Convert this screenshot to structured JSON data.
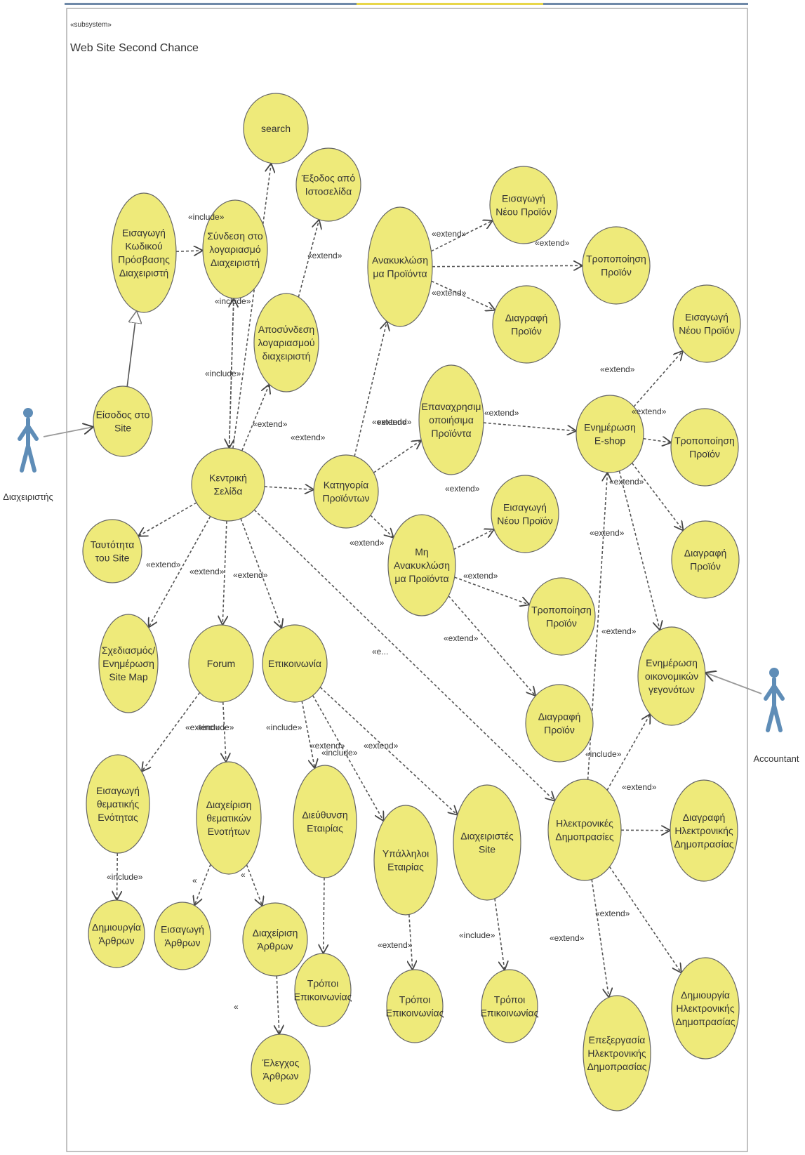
{
  "system": {
    "stereotype": "«subsystem»",
    "name": "Web Site Second Chance"
  },
  "actors": {
    "user": "Διαχειριστής",
    "accountant": "Accountant"
  },
  "use_cases": {
    "search": [
      "search"
    ],
    "code": [
      "Εισαγωγή",
      "Κωδικού",
      "Πρόσβασης",
      "Διαχειριστή"
    ],
    "login": [
      "Σύνδεση στο",
      "λογαριασμό",
      "Διαχειριστή"
    ],
    "exit": [
      "Έξοδος από",
      "Ιστοσελίδα"
    ],
    "logout": [
      "Αποσύνδεση",
      "λογαριασμού",
      "διαχειριστή"
    ],
    "entry": [
      "Είσοδος στο",
      "Site"
    ],
    "home": [
      "Κεντρική",
      "Σελίδα"
    ],
    "identity": [
      "Ταυτότητα",
      "του Site"
    ],
    "sitemap": [
      "Σχεδιασμός/",
      "Ενημέρωση",
      "Site Map"
    ],
    "forum": [
      "Forum"
    ],
    "contact": [
      "Επικοινωνία"
    ],
    "category": [
      "Κατηγορία",
      "Προϊόντων"
    ],
    "recycled": [
      "Ανακυκλώση",
      "μα Προϊόντα"
    ],
    "reusable": [
      "Επαναχρησιμ",
      "οποιήσιμα",
      "Προϊόντα"
    ],
    "nonrecycled": [
      "Μη",
      "Ανακυκλώση",
      "μα Προϊόντα"
    ],
    "r_ins": [
      "Εισαγωγή",
      "Νέου Προϊόν"
    ],
    "r_mod": [
      "Τροποποίηση",
      "Προϊόν"
    ],
    "r_del": [
      "Διαγραφή",
      "Προϊόν"
    ],
    "eshop": [
      "Ενημέρωση",
      "E-shop"
    ],
    "e_ins": [
      "Εισαγωγή",
      "Νέου Προϊόν"
    ],
    "e_mod": [
      "Τροποποίηση",
      "Προϊόν"
    ],
    "e_del": [
      "Διαγραφή",
      "Προϊόν"
    ],
    "n_ins": [
      "Εισαγωγή",
      "Νέου Προϊόν"
    ],
    "n_mod": [
      "Τροποποίηση",
      "Προϊόν"
    ],
    "n_del": [
      "Διαγραφή",
      "Προϊόν"
    ],
    "finance": [
      "Ενημέρωση",
      "οικονομικών",
      "γεγονότων"
    ],
    "topic_ins": [
      "Εισαγωγή",
      "θεματικής",
      "Ενότητας"
    ],
    "topic_mgmt": [
      "Διαχείριση",
      "θεματικών",
      "Ενοτήτων"
    ],
    "address": [
      "Διεύθυνση",
      "Εταιρίας"
    ],
    "staff": [
      "Υπάλληλοι",
      "Εταιρίας"
    ],
    "admins": [
      "Διαχειριστές",
      "Site"
    ],
    "auctions": [
      "Ηλεκτρονικές",
      "Δημοπρασίες"
    ],
    "auc_del": [
      "Διαγραφή",
      "Ηλεκτρονικής",
      "Δημοπρασίας"
    ],
    "auc_create": [
      "Δημιουργία",
      "Ηλεκτρονικής",
      "Δημοπρασίας"
    ],
    "auc_edit": [
      "Επεξεργασία",
      "Ηλεκτρονικής",
      "Δημοπρασίας"
    ],
    "art_create": [
      "Δημιουργία",
      "Άρθρων"
    ],
    "art_ins": [
      "Εισαγωγή",
      "Άρθρων"
    ],
    "art_mgmt": [
      "Διαχείριση",
      "Άρθρων"
    ],
    "art_check": [
      "Έλεγχος",
      "Άρθρων"
    ],
    "contact1": [
      "Τρόποι",
      "Επικοινωνίας"
    ],
    "contact2": [
      "Τρόποι",
      "Επικοινωνίας"
    ],
    "contact3": [
      "Τρόποι",
      "Επικοινωνίας"
    ]
  },
  "relationships": [
    {
      "from": "code",
      "to": "login",
      "label": "«include»"
    },
    {
      "from": "entry",
      "to": "code",
      "label": ""
    },
    {
      "from": "home",
      "to": "login",
      "label": "«include»"
    },
    {
      "from": "home",
      "to": "search",
      "label": "«include»"
    },
    {
      "from": "login",
      "to": "home",
      "label": "«include»"
    },
    {
      "from": "logout",
      "to": "exit",
      "label": "«extend»"
    },
    {
      "from": "home",
      "to": "logout",
      "label": "«extend»"
    },
    {
      "from": "home",
      "to": "identity",
      "label": "«extend»"
    },
    {
      "from": "home",
      "to": "sitemap",
      "label": "«extend»"
    },
    {
      "from": "home",
      "to": "forum",
      "label": "«extend»"
    },
    {
      "from": "home",
      "to": "contact",
      "label": "«extend»"
    },
    {
      "from": "home",
      "to": "category",
      "label": "«e..."
    },
    {
      "from": "home",
      "to": "auctions",
      "label": "«extend»"
    },
    {
      "from": "category",
      "to": "recycled",
      "label": "«extend»"
    },
    {
      "from": "category",
      "to": "reusable",
      "label": "«extend»"
    },
    {
      "from": "category",
      "to": "nonrecycled",
      "label": "«extend»"
    },
    {
      "from": "recycled",
      "to": "r_ins",
      "label": "«extend»"
    },
    {
      "from": "recycled",
      "to": "r_mod",
      "label": "«extend»"
    },
    {
      "from": "recycled",
      "to": "r_del",
      "label": "«extend»"
    },
    {
      "from": "reusable",
      "to": "eshop",
      "label": "«extend»"
    },
    {
      "from": "eshop",
      "to": "e_ins",
      "label": "«extend»"
    },
    {
      "from": "eshop",
      "to": "e_mod",
      "label": "«extend»"
    },
    {
      "from": "eshop",
      "to": "e_del",
      "label": "«extend»"
    },
    {
      "from": "eshop",
      "to": "finance",
      "label": "«extend»"
    },
    {
      "from": "nonrecycled",
      "to": "n_ins",
      "label": "«extend»"
    },
    {
      "from": "nonrecycled",
      "to": "n_mod",
      "label": "«extend»"
    },
    {
      "from": "nonrecycled",
      "to": "n_del",
      "label": "«extend»"
    },
    {
      "from": "auctions",
      "to": "eshop",
      "label": "«include»"
    },
    {
      "from": "auctions",
      "to": "finance",
      "label": "«extend»"
    },
    {
      "from": "auctions",
      "to": "auc_del",
      "label": "«extend»"
    },
    {
      "from": "auctions",
      "to": "auc_create",
      "label": "«extend»"
    },
    {
      "from": "auctions",
      "to": "auc_edit",
      "label": "«extend»"
    },
    {
      "from": "forum",
      "to": "topic_ins",
      "label": "«include»"
    },
    {
      "from": "forum",
      "to": "topic_mgmt",
      "label": "«include»"
    },
    {
      "from": "topic_ins",
      "to": "art_create",
      "label": "«"
    },
    {
      "from": "topic_mgmt",
      "to": "art_ins",
      "label": "«"
    },
    {
      "from": "topic_mgmt",
      "to": "art_mgmt",
      "label": "«"
    },
    {
      "from": "art_mgmt",
      "to": "art_check",
      "label": "«include»"
    },
    {
      "from": "contact",
      "to": "address",
      "label": "«extend»"
    },
    {
      "from": "contact",
      "to": "staff",
      "label": "«extend»"
    },
    {
      "from": "contact",
      "to": "admins",
      "label": "«extend»"
    },
    {
      "from": "address",
      "to": "contact1",
      "label": "«include»"
    },
    {
      "from": "staff",
      "to": "contact2",
      "label": "«include»"
    },
    {
      "from": "admins",
      "to": "contact3",
      "label": "«include»"
    }
  ],
  "colors": {
    "usecase_fill": "#EEEA7A",
    "usecase_stroke": "#666666",
    "actor": "#5F8DB7",
    "line": "#555555",
    "frame": "#999999",
    "top_accent": "#E8D64A"
  }
}
